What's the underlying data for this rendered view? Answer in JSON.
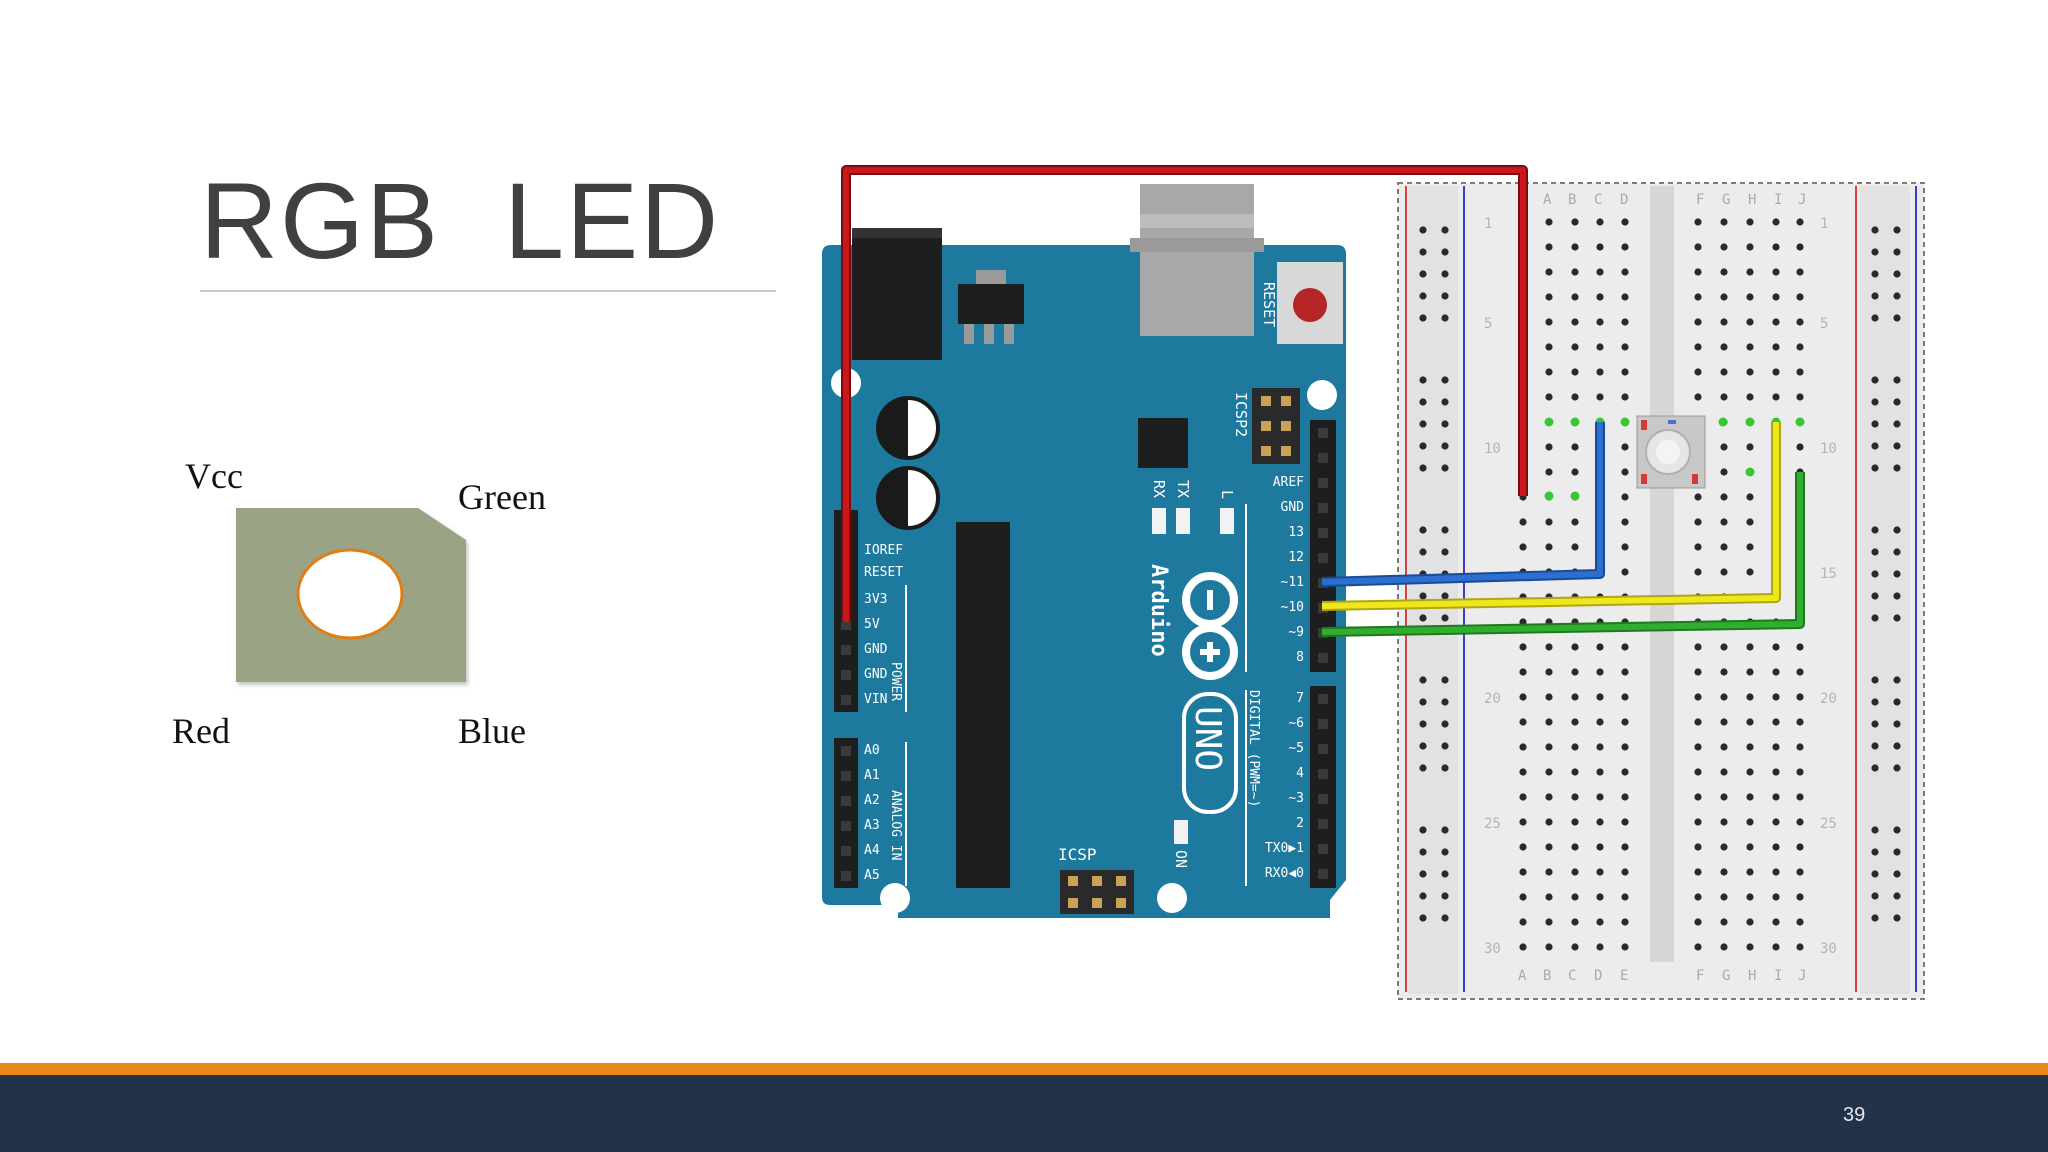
{
  "slide": {
    "title": "RGB  LED",
    "page_number": "39"
  },
  "led_diagram": {
    "vcc": "Vcc",
    "green": "Green",
    "red": "Red",
    "blue": "Blue"
  },
  "arduino": {
    "brand": "Arduino",
    "model": "UNO",
    "reset": "RESET",
    "icsp2": "ICSP2",
    "icsp": "ICSP",
    "tx": "TX",
    "rx": "RX",
    "l": "L",
    "on": "ON",
    "power": "POWER",
    "analog_in": "ANALOG IN",
    "digital": "DIGITAL (PWM=~)",
    "power_pins": [
      "IOREF",
      "RESET",
      "3V3",
      "5V",
      "GND",
      "GND",
      "VIN"
    ],
    "analog_pins": [
      "A0",
      "A1",
      "A2",
      "A3",
      "A4",
      "A5"
    ],
    "digital_top": [
      "AREF",
      "GND",
      "13",
      "12",
      "~11",
      "~10",
      "~9",
      "8"
    ],
    "digital_bottom": [
      "7",
      "~6",
      "~5",
      "4",
      "~3",
      "2",
      "TX0▶1",
      "RX0◀0"
    ]
  },
  "breadboard": {
    "cols_left": [
      "A",
      "B",
      "C",
      "D",
      "E"
    ],
    "cols_right": [
      "F",
      "G",
      "H",
      "I",
      "J"
    ],
    "row_numbers": [
      "1",
      "5",
      "10",
      "15",
      "20",
      "25",
      "30"
    ]
  },
  "colors": {
    "board": "#1d7a9e",
    "wire_red": "#c8181c",
    "wire_blue": "#2c6fcf",
    "wire_yellow": "#f0e61c",
    "wire_green": "#2fae2f",
    "footer_orange": "#e8881c",
    "footer_navy": "#223349"
  }
}
